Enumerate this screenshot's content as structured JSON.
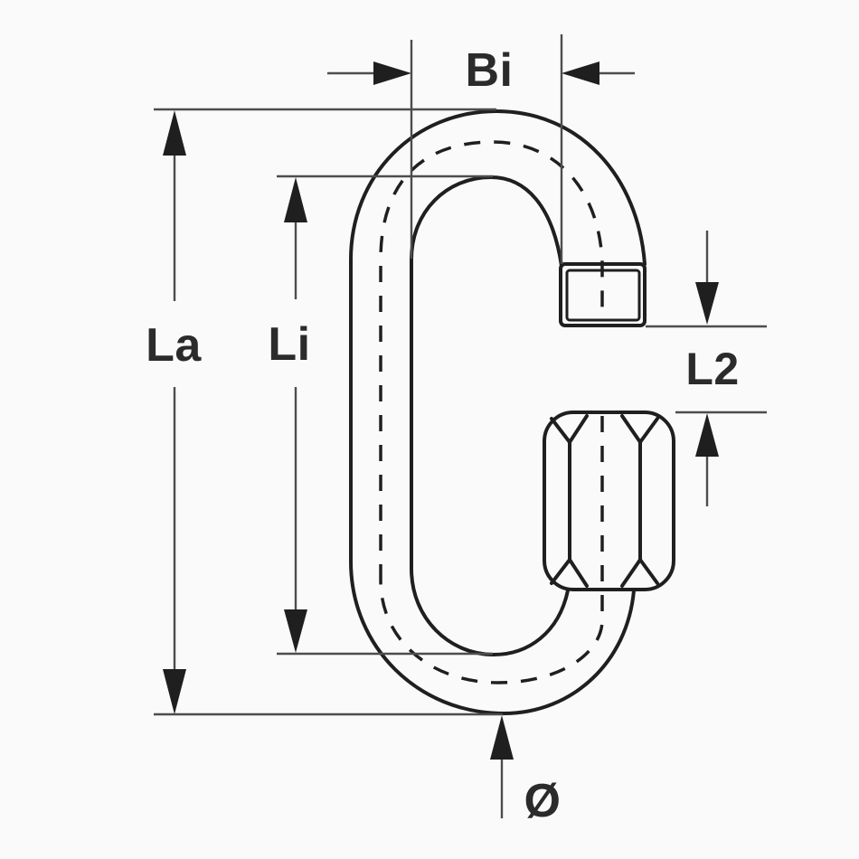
{
  "drawing": {
    "background": "#fafafa",
    "outline_color": "#1f1f1f",
    "dimension_line_color": "#4d4d4d",
    "arrow_color": "#1f1f1f",
    "label_color": "#2b2b2b",
    "labels": {
      "inner_width": "Bi",
      "overall_length": "La",
      "inner_length": "Li",
      "nut_gap": "L2",
      "diameter": "Ø"
    }
  }
}
